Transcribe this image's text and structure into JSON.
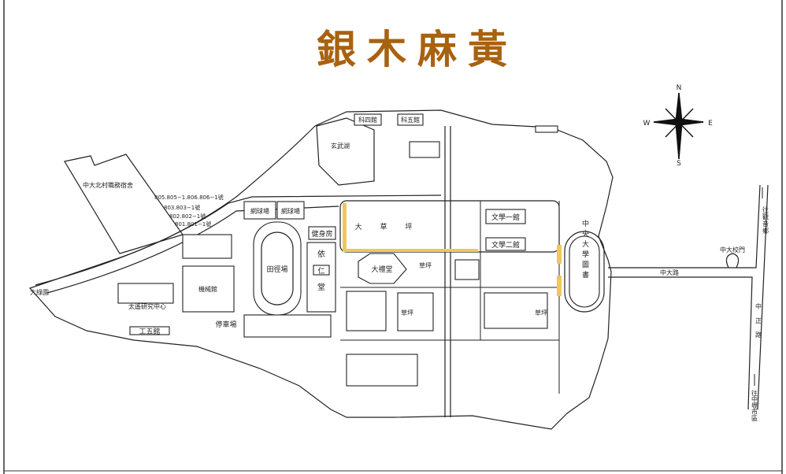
{
  "title": "銀木麻黃",
  "compass": {
    "n": "N",
    "e": "E",
    "s": "S",
    "w": "W"
  },
  "highlight_color": "#f0c75a",
  "title_color": "#a8620f",
  "labels": {
    "dorm": "中大北村職務宿舍",
    "dorm_805": "805.805−1.806.806−1號",
    "dorm_803": "803.803−1號",
    "dorm_802": "802.802−1號",
    "dorm_801": "801.801−1號",
    "tennis1": "網球場",
    "tennis2": "網球場",
    "gym": "健身房",
    "track": "田徑場",
    "yiren_1": "依",
    "yiren_2": "仁",
    "yiren_3": "堂",
    "mech": "機械館",
    "eng5": "工五館",
    "parking": "停車場",
    "space_center": "太遙研究中心",
    "dalvyuan": "大綠園",
    "auditorium": "大禮堂",
    "big_lawn": "大 草 坪",
    "lawn1": "草坪",
    "lawn2": "草坪",
    "lawn3": "草坪",
    "lit1": "文學一館",
    "lit2": "文學二館",
    "library": "中央大學圖書",
    "zhongda_rd": "中大路",
    "gate": "中大校門",
    "zhongzheng_rd": "中正路",
    "to_guanyin": "往觀音鄉",
    "to_zhongli": "往中壢市區",
    "xuanwu_lake": "玄武湖",
    "sci4": "科四館",
    "sci5": "科五館"
  }
}
